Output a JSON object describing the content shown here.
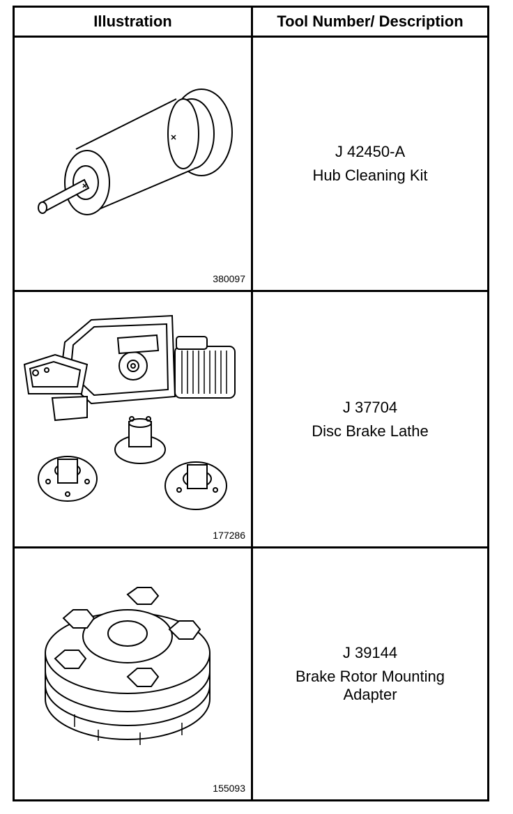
{
  "table": {
    "headers": {
      "illustration": "Illustration",
      "description": "Tool Number/ Description"
    },
    "rows": [
      {
        "figure_id": "380097",
        "tool_number": "J 42450-A",
        "description": "Hub Cleaning Kit"
      },
      {
        "figure_id": "177286",
        "tool_number": "J 37704",
        "description": "Disc Brake Lathe"
      },
      {
        "figure_id": "155093",
        "tool_number": "J 39144",
        "description": "Brake Rotor Mounting Adapter"
      }
    ]
  }
}
